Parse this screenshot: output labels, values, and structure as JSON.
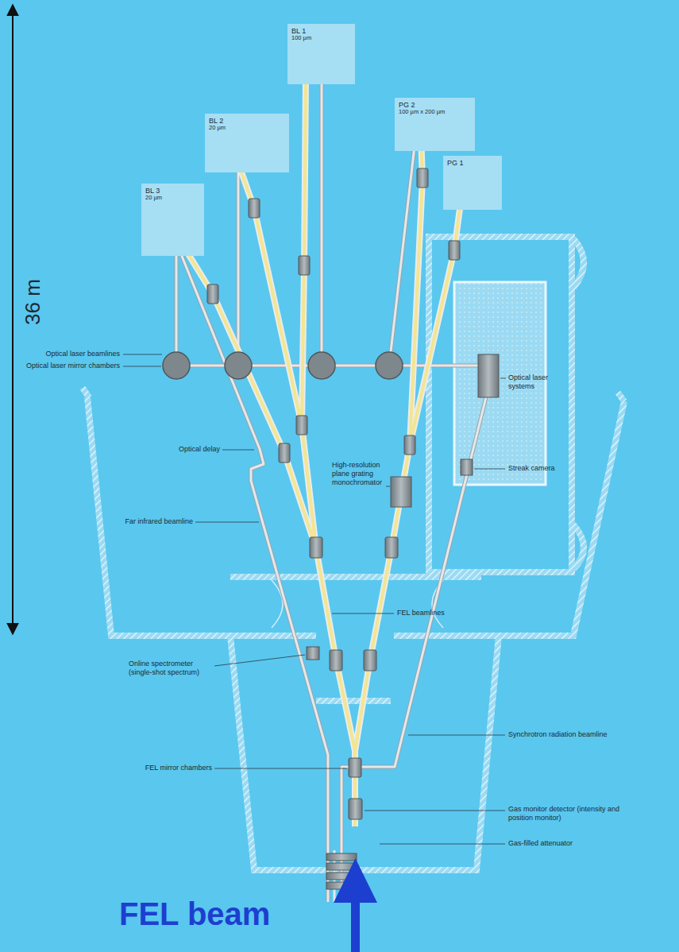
{
  "diagram": {
    "nodes": [
      {
        "text": [
          "BL 1",
          "100 µm"
        ]
      },
      {
        "text": [
          "PG 2",
          "100 µm x 200 µm"
        ]
      },
      {
        "text": [
          "BL 2",
          "20 µm"
        ]
      },
      {
        "text": [
          "PG 1"
        ]
      },
      {
        "text": [
          "BL 3",
          "20 µm"
        ]
      }
    ],
    "labels": [
      "36 m",
      "Optical laser beamlines",
      "Optical laser mirror chambers",
      "Optical laser systems",
      "Optical delay",
      "High-resolution plane grating monochromator",
      "Streak camera",
      "Far infrared beamline",
      "FEL beamlines",
      "Online spectrometer (single-shot spectrum)",
      "Synchrotron radiation beamline",
      "FEL mirror chambers",
      "Gas monitor detector (intensity and position monitor)",
      "Gas-filled attenuator",
      "FEL beam"
    ]
  }
}
